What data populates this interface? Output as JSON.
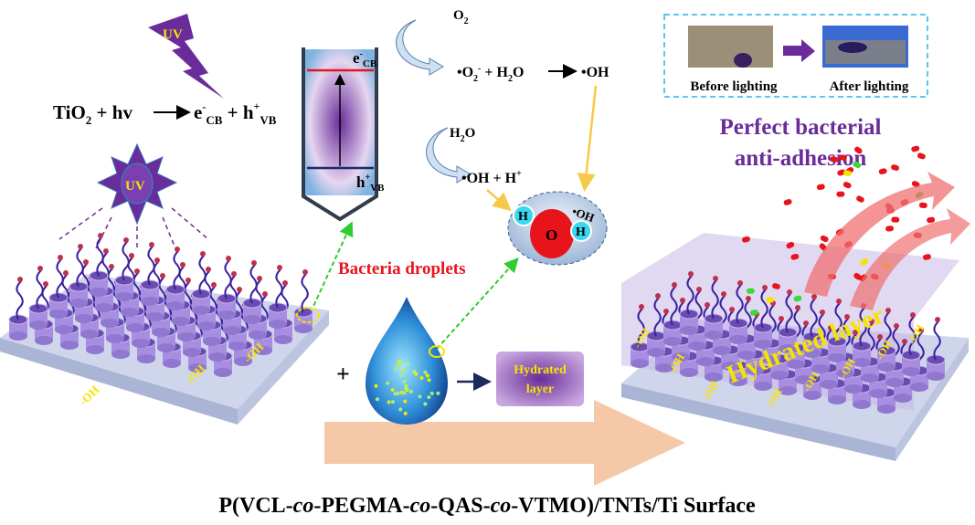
{
  "equation": {
    "main": "TiO",
    "sub2": "2",
    "plus_hv": " + hv",
    "e": "e",
    "e_sup": "-",
    "e_sub": "CB",
    "plus": " + h",
    "h_sup": "+",
    "h_sub": "VB"
  },
  "band": {
    "e": "e",
    "e_sup": "-",
    "e_sub": "CB",
    "h": "h",
    "h_sup": "+",
    "h_sub": "VB"
  },
  "uv_bolt": "UV",
  "uv_sun": "UV",
  "reaction1": {
    "o2": "O",
    "o2_sub": "2",
    "lhs": "•O",
    "lhs_sub": "2",
    "lhs_sup": "-",
    "mid": " + H",
    "mid_sub": "2",
    "mid_end": "O",
    "product": "•OH"
  },
  "reaction2": {
    "h2o": "H",
    "h2o_sub": "2",
    "h2o_end": "O",
    "product": "•OH + H",
    "product_sup": "+"
  },
  "molecule": {
    "h1": "H",
    "o": "O",
    "h2": "H",
    "oh": "•OH"
  },
  "bacteria_droplets": "Bacteria droplets",
  "plus_sign": "+",
  "hydrated_box": {
    "line1": "Hydrated",
    "line2": "layer"
  },
  "oh_label": "-OH",
  "photos": {
    "before": "Before lighting",
    "after": "After lighting"
  },
  "headline": {
    "line1": "Perfect bacterial",
    "line2": "anti-adhesion"
  },
  "hydrated_layer_label": "Hydrated layer",
  "caption": {
    "p1": "P(VCL-",
    "co1": "co",
    "p2": "-PEGMA-",
    "co2": "co",
    "p3": "-QAS-",
    "co3": "co",
    "p4": "-VTMO)/TNTs/Ti Surface"
  },
  "colors": {
    "purple": "#6a2c9a",
    "red": "#e8141c",
    "yellow": "#f5e400",
    "green_dash": "#2ecc2e",
    "peach": "#f5c9a8",
    "dash_blue": "#5bc6f0"
  }
}
